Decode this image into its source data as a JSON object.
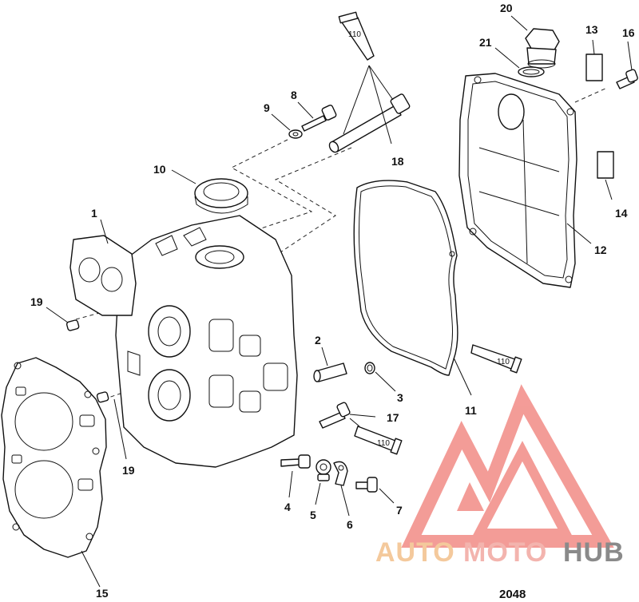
{
  "callouts": {
    "c1": "1",
    "c2": "2",
    "c3": "3",
    "c4": "4",
    "c5": "5",
    "c6": "6",
    "c7": "7",
    "c8": "8",
    "c9": "9",
    "c10": "10",
    "c11": "11",
    "c12": "12",
    "c13": "13",
    "c14": "14",
    "c15": "15",
    "c16": "16",
    "c17": "17",
    "c18": "18",
    "c19a": "19",
    "c19b": "19",
    "c20": "20",
    "c21": "21"
  },
  "sealant": {
    "tube_a": "110",
    "tube_b": "110",
    "tube_c": "110"
  },
  "watermark": {
    "part1": "AUTO",
    "part2": "MOTO",
    "part3": "HUB",
    "color_primary": "#f08080",
    "color_secondary": "#f4b183",
    "color_tertiary": "#808080"
  },
  "diagram_code": "2048"
}
